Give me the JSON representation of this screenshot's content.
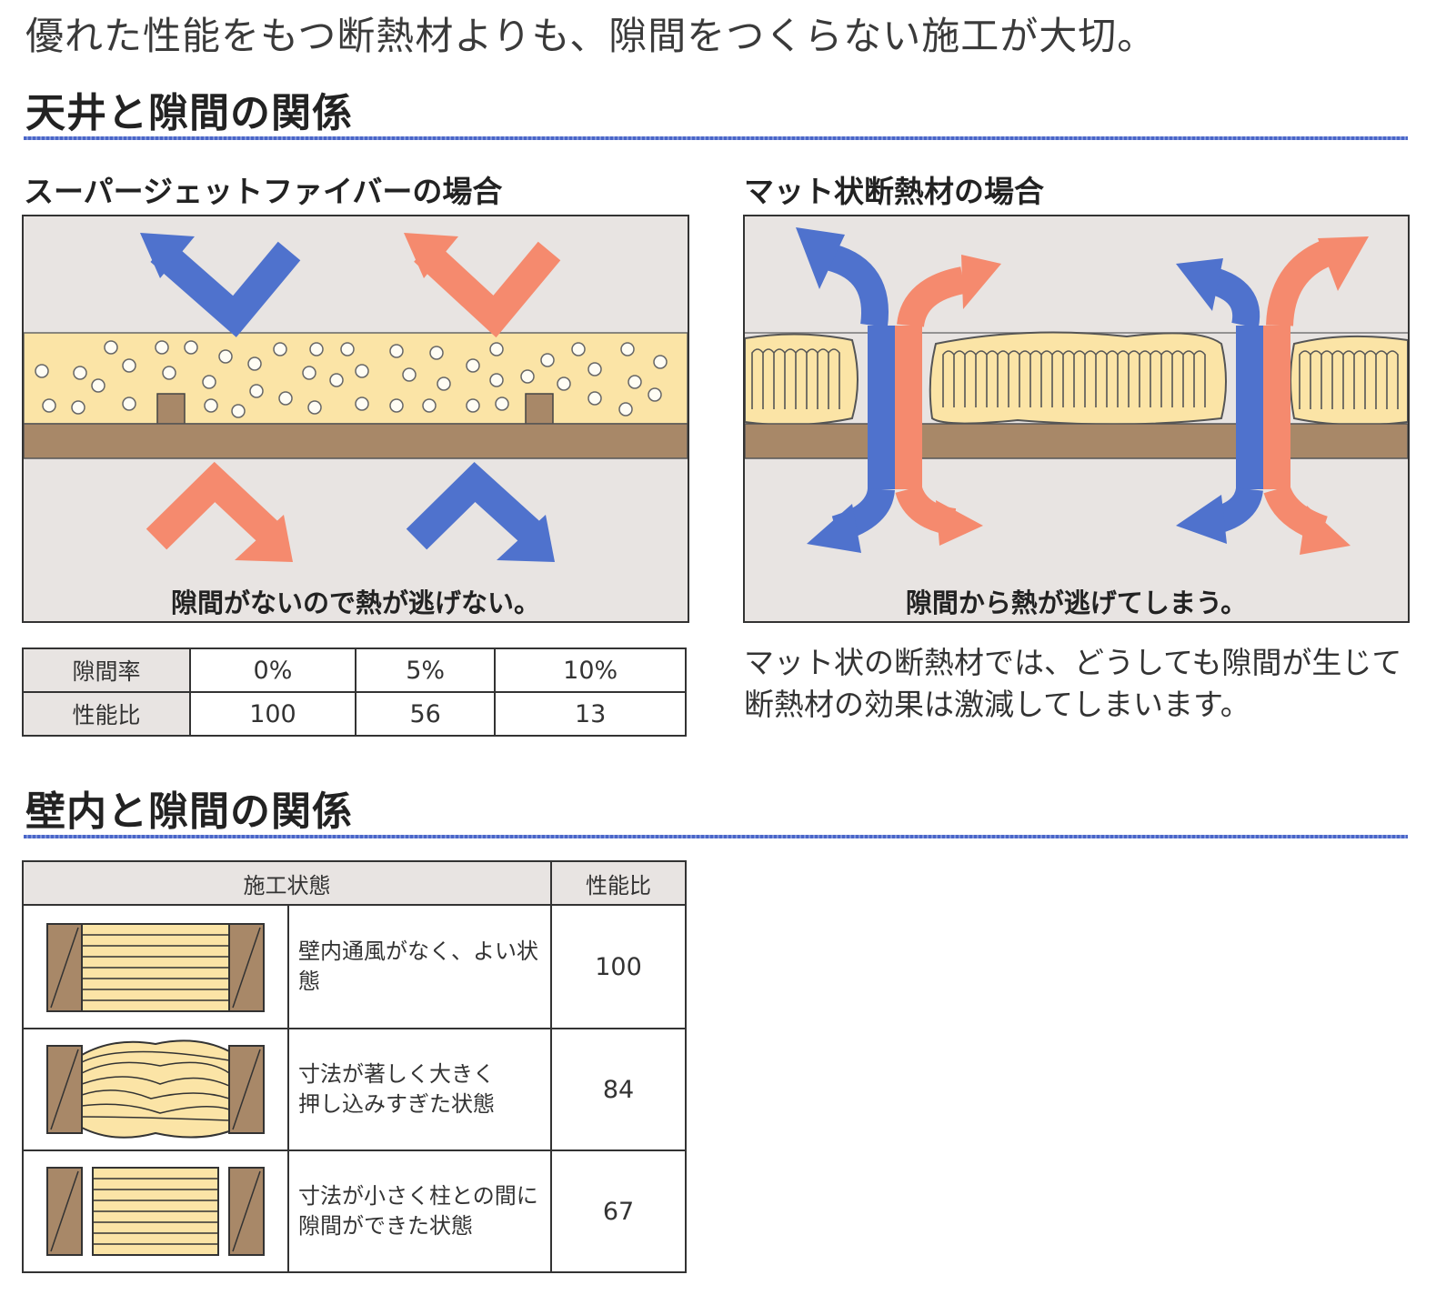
{
  "headline": "優れた性能をもつ断熱材よりも、隙間をつくらない施工が大切。",
  "ceiling": {
    "title": "天井と隙間の関係",
    "left_title": "スーパージェットファイバーの場合",
    "left_caption": "隙間がないので熱が逃げない。",
    "right_title": "マット状断熱材の場合",
    "right_caption": "隙間から熱が逃げてしまう。",
    "table": {
      "row1_label": "隙間率",
      "row2_label": "性能比",
      "gap_rates": [
        "0%",
        "5%",
        "10%"
      ],
      "ratios": [
        "100",
        "56",
        "13"
      ]
    },
    "note_line1": "マット状の断熱材では、どうしても隙間が生じて",
    "note_line2": "断熱材の効果は激減してしまいます。"
  },
  "wall": {
    "title": "壁内と隙間の関係",
    "header_state": "施工状態",
    "header_ratio": "性能比",
    "rows": [
      {
        "line1": "壁内通風がなく、よい状態",
        "line2": "",
        "ratio": "100"
      },
      {
        "line1": "寸法が著しく大きく",
        "line2": "押し込みすぎた状態",
        "ratio": "84"
      },
      {
        "line1": "寸法が小さく柱との間に",
        "line2": "隙間ができた状態",
        "ratio": "67"
      }
    ]
  },
  "colors": {
    "blue_arrow": "#4f72cd",
    "orange_arrow": "#f58a6e",
    "insulation": "#fbe4a6",
    "wood": "#a88868",
    "diagram_bg": "#e8e4e2",
    "rule": "#4a66c8"
  }
}
